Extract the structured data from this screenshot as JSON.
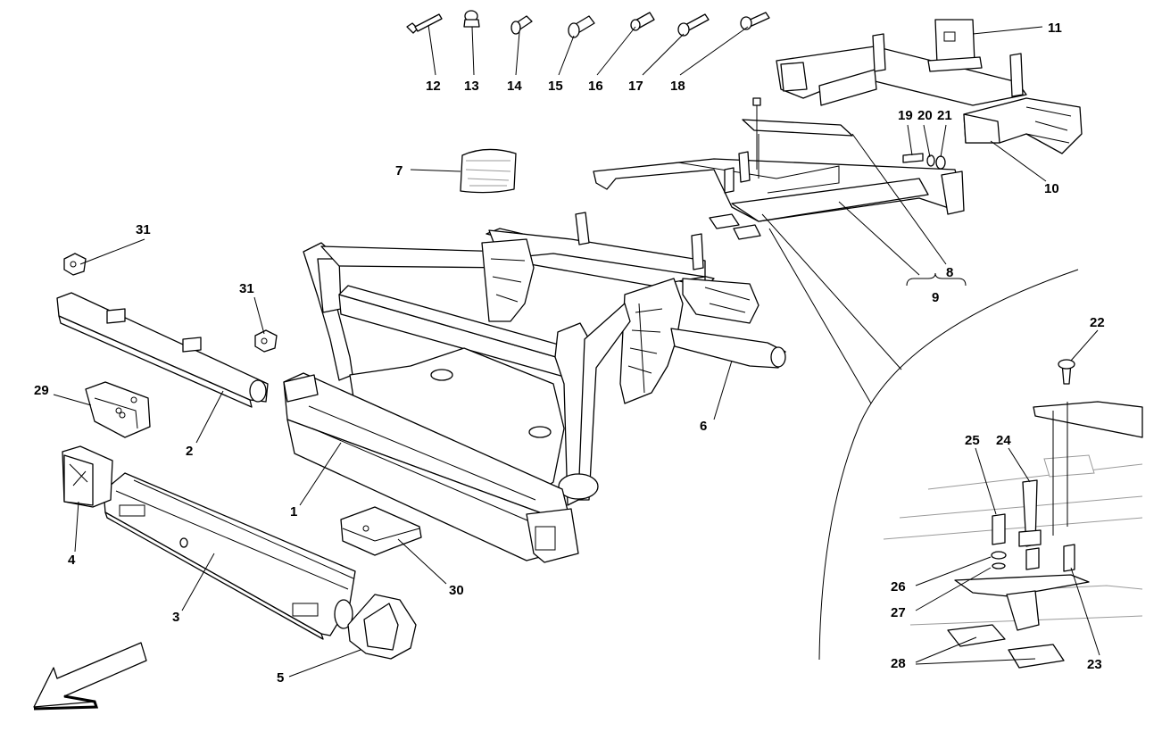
{
  "labels": [
    {
      "id": "p1",
      "text": "1"
    },
    {
      "id": "p2",
      "text": "2"
    },
    {
      "id": "p3",
      "text": "3"
    },
    {
      "id": "p4",
      "text": "4"
    },
    {
      "id": "p5",
      "text": "5"
    },
    {
      "id": "p6",
      "text": "6"
    },
    {
      "id": "p7",
      "text": "7"
    },
    {
      "id": "p8",
      "text": "8"
    },
    {
      "id": "p9",
      "text": "9"
    },
    {
      "id": "p10",
      "text": "10"
    },
    {
      "id": "p11",
      "text": "11"
    },
    {
      "id": "p12",
      "text": "12"
    },
    {
      "id": "p13",
      "text": "13"
    },
    {
      "id": "p14",
      "text": "14"
    },
    {
      "id": "p15",
      "text": "15"
    },
    {
      "id": "p16",
      "text": "16"
    },
    {
      "id": "p17",
      "text": "17"
    },
    {
      "id": "p18",
      "text": "18"
    },
    {
      "id": "p19",
      "text": "19"
    },
    {
      "id": "p20",
      "text": "20"
    },
    {
      "id": "p21",
      "text": "21"
    },
    {
      "id": "p22",
      "text": "22"
    },
    {
      "id": "p23",
      "text": "23"
    },
    {
      "id": "p24",
      "text": "24"
    },
    {
      "id": "p25",
      "text": "25"
    },
    {
      "id": "p26",
      "text": "26"
    },
    {
      "id": "p27",
      "text": "27"
    },
    {
      "id": "p28",
      "text": "28"
    },
    {
      "id": "p29",
      "text": "29"
    },
    {
      "id": "p30",
      "text": "30"
    },
    {
      "id": "p31a",
      "text": "31"
    },
    {
      "id": "p31b",
      "text": "31"
    }
  ],
  "icons": {
    "direction_arrow": "front-direction-arrow-icon"
  }
}
